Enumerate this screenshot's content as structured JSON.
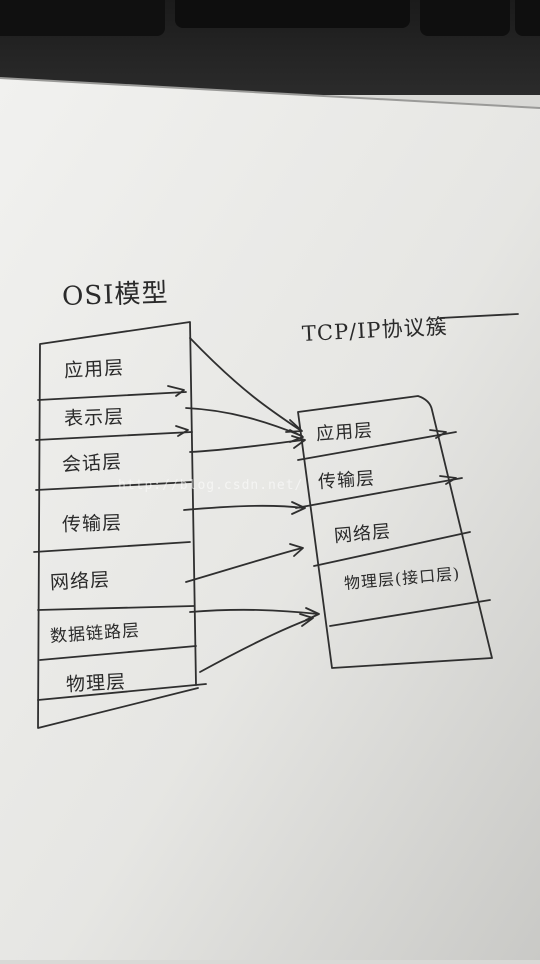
{
  "osi_model": {
    "title": "OSI模型",
    "layers": [
      "应用层",
      "表示层",
      "会话层",
      "传输层",
      "网络层",
      "数据链路层",
      "物理层"
    ]
  },
  "tcpip_model": {
    "title": "TCP/IP协议簇",
    "layers": [
      "应用层",
      "传输层",
      "网络层",
      "物理层(接口层)"
    ]
  },
  "watermark": "http://blog.csdn.net/"
}
